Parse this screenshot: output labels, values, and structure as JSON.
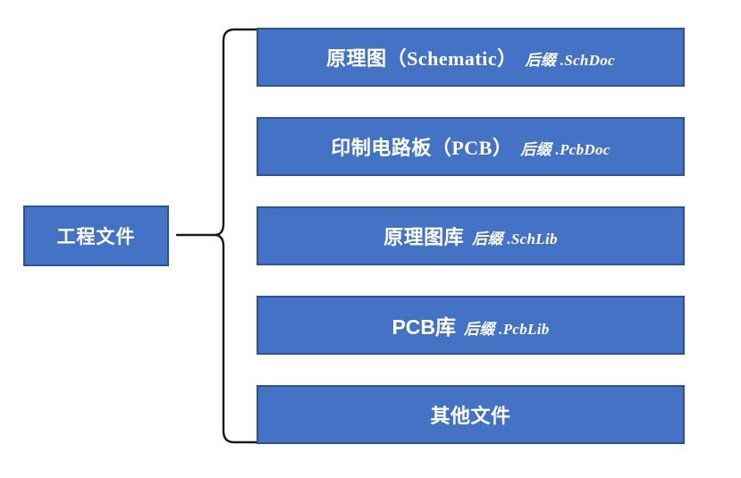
{
  "diagram": {
    "type": "hierarchy-brace",
    "background_color": "#FFFFFF",
    "node_fill_color": "#4472C4",
    "node_border_color": "#2E5395",
    "node_text_color": "#FFFFFF",
    "connector_color": "#000000",
    "connector_name": "curly-brace"
  },
  "root": {
    "label": "工程文件"
  },
  "children": [
    {
      "label": "原理图（Schematic）",
      "suffix": "后缀 .SchDoc",
      "name": "schematic"
    },
    {
      "label": "印制电路板（PCB）",
      "suffix": "后缀 .PcbDoc",
      "name": "pcb"
    },
    {
      "label": "原理图库",
      "suffix": "后缀 .SchLib",
      "name": "schematic-library"
    },
    {
      "label": "PCB库",
      "suffix": "后缀 .PcbLib",
      "name": "pcb-library"
    },
    {
      "label": "其他文件",
      "suffix": "",
      "name": "other-files"
    }
  ]
}
